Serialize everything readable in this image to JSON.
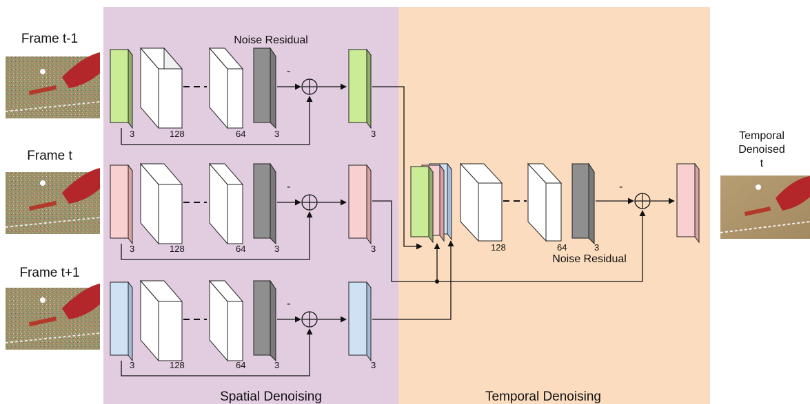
{
  "inputs": [
    {
      "label": "Frame t-1"
    },
    {
      "label": "Frame t"
    },
    {
      "label": "Frame t+1"
    }
  ],
  "spatial": {
    "title": "Noise Residual",
    "section_label": "Spatial Denoising",
    "input_channels": "3",
    "first_channels": "128",
    "last_channels": "64",
    "residual_channels": "3",
    "output_channels": "3",
    "minus_sign": "-"
  },
  "temporal": {
    "section_label": "Temporal Denoising",
    "residual_label": "Noise Residual",
    "first_channels": "128",
    "last_channels": "64",
    "residual_channels": "3",
    "minus_sign": "-"
  },
  "output": {
    "label_line1": "Temporal",
    "label_line2": "Denoised",
    "label_line3": "t"
  },
  "colors": {
    "spatial_bg": "#e2cce0",
    "temporal_bg": "#fbdcbf",
    "frame_prev": "#c9ec95",
    "frame_curr": "#f9cfcf",
    "frame_next": "#cfe2f5",
    "residual_gray": "#8f8f8f",
    "feature_white": "#ffffff"
  }
}
